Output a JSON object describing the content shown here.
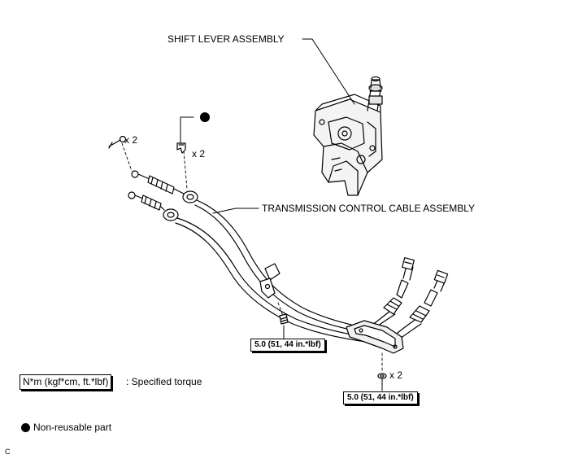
{
  "labels": {
    "shift_lever": "SHIFT LEVER ASSEMBLY",
    "cable_assembly": "TRANSMISSION CONTROL CABLE ASSEMBLY",
    "qty_pin": "x 2",
    "qty_clip": "x 2",
    "qty_washer": "x 2"
  },
  "torque": {
    "bolt": "5.0 (51, 44 in.*lbf)",
    "nut": "5.0 (51, 44 in.*lbf)"
  },
  "legend": {
    "torque_unit": "N*m (kgf*cm, ft.*lbf)",
    "torque_desc": ": Specified torque",
    "nonreusable": "Non-reusable part"
  },
  "footer": {
    "code": "C"
  }
}
